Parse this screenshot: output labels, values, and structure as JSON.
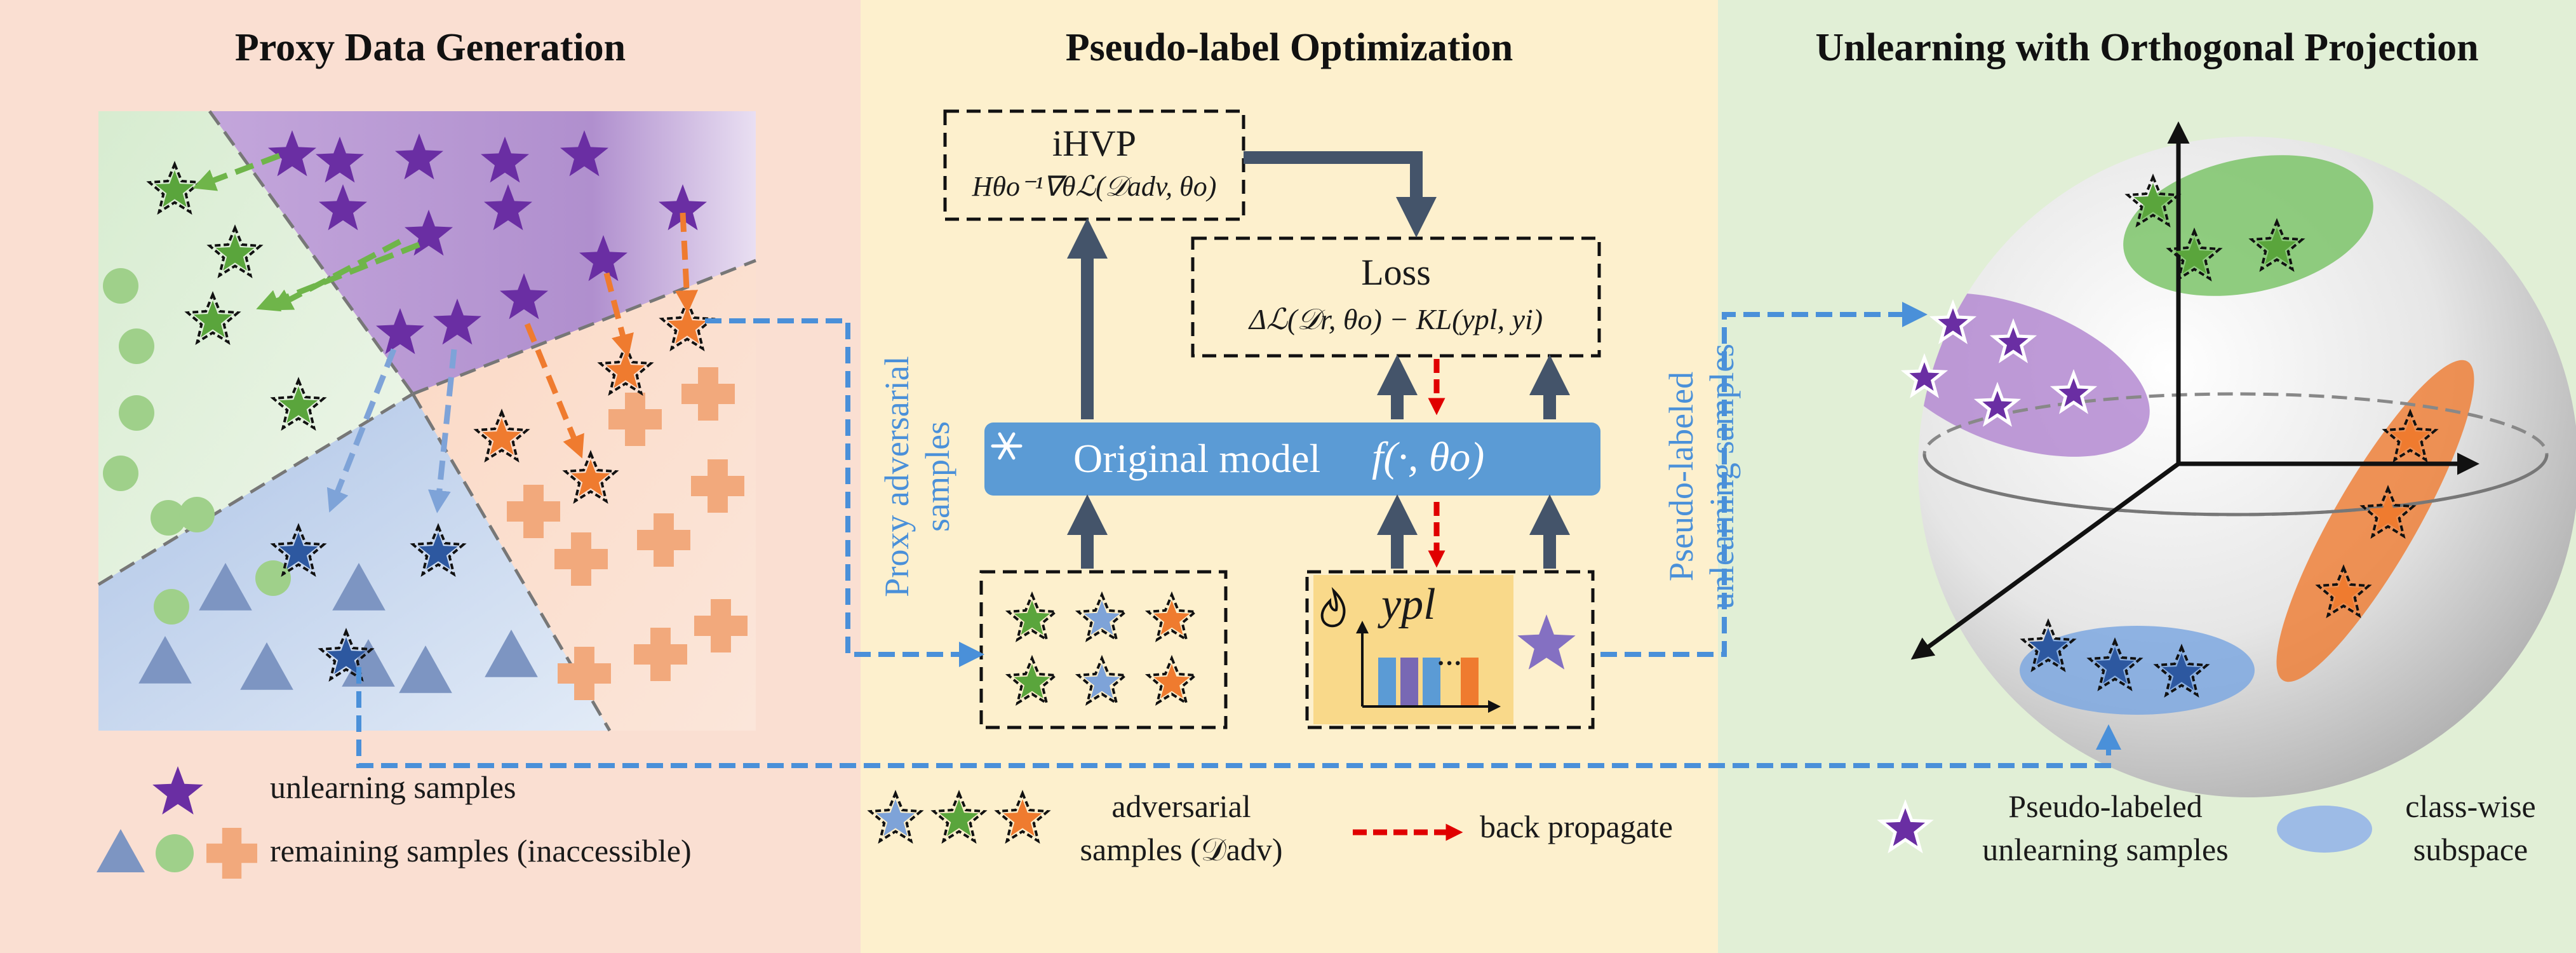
{
  "panels": {
    "left": {
      "title": "Proxy Data Generation",
      "legend_unlearning": "unlearning samples",
      "legend_remaining": "remaining samples (inaccessible)"
    },
    "middle": {
      "title": "Pseudo-label Optimization",
      "ihvp_title": "iHVP",
      "ihvp_formula": "Hθo⁻¹∇θℒ(𝒟adv, θo)",
      "loss_title": "Loss",
      "loss_formula": "Δℒ(𝒟r, θo) − KL(ypl, yi)",
      "model_label": "Original model",
      "model_formula": "f(·, θo)",
      "ypl_label": "ypl",
      "ellipsis": "···",
      "adv_legend_line1": "adversarial",
      "adv_legend_line2": "samples (𝒟adv)",
      "backprop_label": "back propagate"
    },
    "right": {
      "title": "Unlearning with Orthogonal Projection",
      "legend_pseudo_line1": "Pseudo-labeled",
      "legend_pseudo_line2": "unlearning samples",
      "legend_subspace_line1": "class-wise",
      "legend_subspace_line2": "subspace"
    }
  },
  "flow_labels": {
    "proxy_line1": "Proxy adversarial",
    "proxy_line2": "samples",
    "pseudo_line1": "Pseudo-labeled",
    "pseudo_line2": "unlearning samples"
  },
  "colors": {
    "left_bg": "#fadfd2",
    "middle_bg": "#fdf0cd",
    "right_bg": "#e1efd6",
    "purple": "#6a2ea3",
    "green": "#5aa53c",
    "blue": "#2d58a0",
    "orange": "#ef7b2f",
    "model_blue": "#5b9bd5",
    "flow_arrow": "#4a90d9",
    "dark_arrow": "#44546a",
    "backprop_red": "#e00000",
    "flame": "#f4cf6c"
  },
  "icons": {
    "snowflake": "snowflake-icon",
    "flame": "flame-icon"
  },
  "histogram": {
    "bar_values": [
      0.75,
      0.75,
      0.75,
      0.75
    ],
    "bar_colors": [
      "#5b9bd5",
      "#7868b4",
      "#5b9bd5",
      "#ef7b2f"
    ]
  }
}
